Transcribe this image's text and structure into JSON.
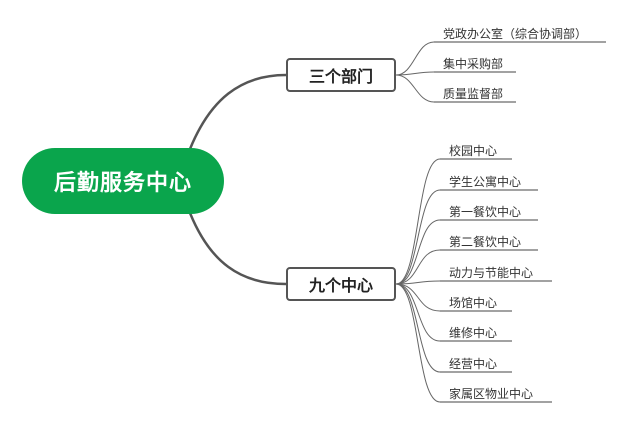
{
  "root": {
    "label": "后勤服务中心"
  },
  "branches": [
    {
      "label": "三个部门",
      "children": [
        "党政办公室（综合协调部）",
        "集中采购部",
        "质量监督部"
      ]
    },
    {
      "label": "九个中心",
      "children": [
        "校园中心",
        "学生公寓中心",
        "第一餐饮中心",
        "第二餐饮中心",
        "动力与节能中心",
        "场馆中心",
        "维修中心",
        "经营中心",
        "家属区物业中心"
      ]
    }
  ],
  "colors": {
    "root_fill": "#0aa54c",
    "connector": "#555555",
    "underline": "#444444"
  }
}
